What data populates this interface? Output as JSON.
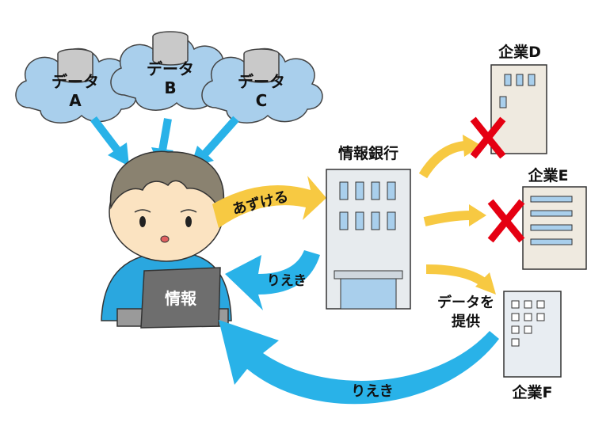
{
  "clouds": [
    {
      "line1": "データ",
      "line2": "A"
    },
    {
      "line1": "データ",
      "line2": "B"
    },
    {
      "line1": "データ",
      "line2": "C"
    }
  ],
  "bank": {
    "label": "情報銀行"
  },
  "laptop": {
    "label": "情報"
  },
  "arrows": {
    "deposit": "あずける",
    "benefit_from_bank": "りえき",
    "benefit_from_company": "りえき",
    "provide_data": "データを\n提供"
  },
  "companies": [
    {
      "label": "企業D",
      "status": "rejected"
    },
    {
      "label": "企業E",
      "status": "rejected"
    },
    {
      "label": "企業F",
      "status": "accepted"
    }
  ],
  "colors": {
    "cloud": "#a9cfec",
    "blue_arrow": "#29b2e8",
    "yellow_arrow": "#f7c942",
    "reject_mark": "#e50012",
    "hair": "#8a8270",
    "skin": "#fbe3c1",
    "shirt": "#2aa7df",
    "laptop": "#6e6e6e"
  }
}
